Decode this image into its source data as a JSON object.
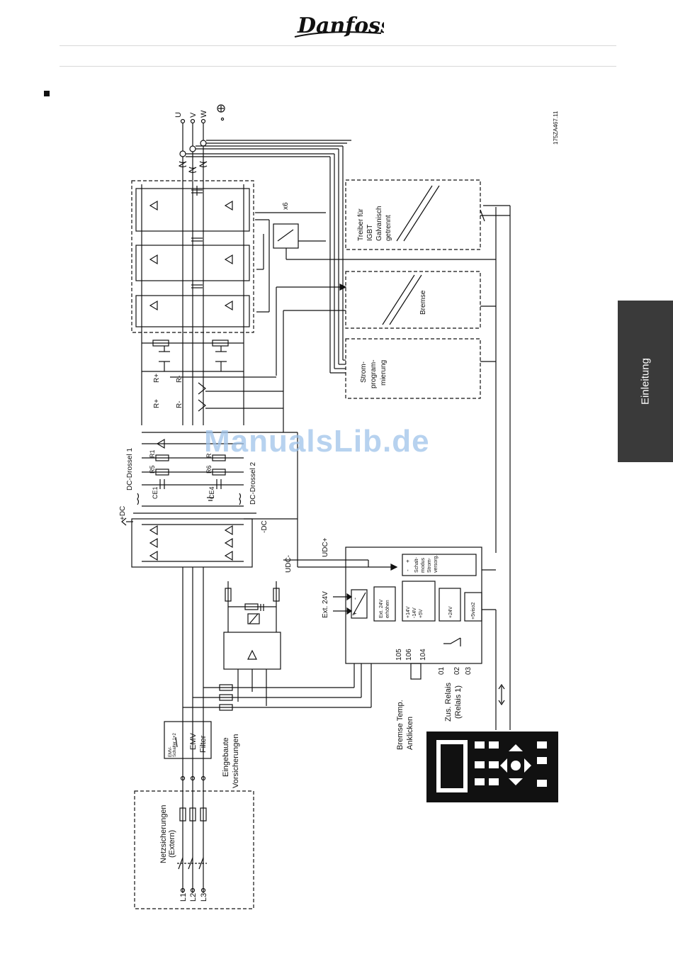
{
  "header": {
    "brand": "Danfoss"
  },
  "side_tab": {
    "label": "Einleitung"
  },
  "diagram": {
    "figure_id": "175ZA467.11",
    "outputs": [
      "U",
      "V",
      "W"
    ],
    "mains": [
      "L1",
      "L2",
      "L3"
    ],
    "labels": {
      "x6": "x6",
      "driver": [
        "Treiber für",
        "IGBT",
        "Galvanisch",
        "getrennt"
      ],
      "brake": "Bremse",
      "current_prog": [
        "Strom-",
        "program-",
        "mierung"
      ],
      "r_plus": "R+",
      "r_minus": "R-",
      "r1": "R1",
      "r5": "R5",
      "r6": "R6",
      "r_small": "R",
      "ce1": "CE1",
      "ce4": "CE4",
      "dc_choke1": "DC-Drossel 1",
      "dc_choke2": "DC-Drossel 2",
      "plus_dc": "+DC",
      "minus_dc": "-DC",
      "udc_minus": "UDC-",
      "udc_plus": "UDC+",
      "ext24": "Ext. 24V",
      "ext24_boost": [
        "Ext. 24V",
        "erhöhen"
      ],
      "smps": [
        "Schalt-",
        "modus",
        "Strom-",
        "versorg."
      ],
      "rails": [
        "+14V",
        "-14V",
        "+5V"
      ],
      "v24": "+24V",
      "v5iso": "+5viso2",
      "term105": "105",
      "term106": "106",
      "term104": "104",
      "relay01": "01",
      "relay02": "02",
      "relay03": "03",
      "zus_relais": "Zus. Relais",
      "relais1": "(Relais 1)",
      "bremse_temp": "Bremse Temp.",
      "anklicken": "Anklicken",
      "eingebaute": "Eingebaute",
      "vorsicherungen": "Vorsicherungen",
      "emv": "EMV",
      "filter": "Filter",
      "emv_switch": "EMV-",
      "emv_switch2": "Schalter 1+2",
      "netzsicherungen": "Netzsicherungen",
      "extern": "(Extern)",
      "plus": "+",
      "minus": "-"
    }
  },
  "watermark": "ManualsLib.de"
}
